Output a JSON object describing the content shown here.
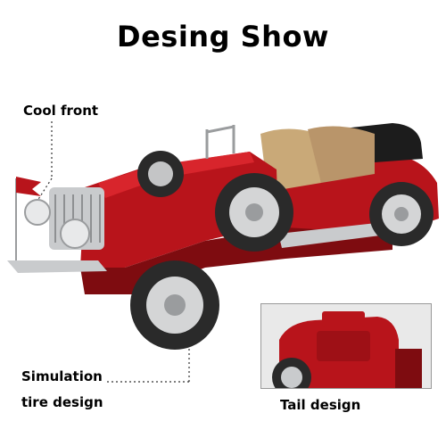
{
  "title": "Desing Show",
  "labels": {
    "cool_front": "Cool front",
    "simulation_line1": "Simulation",
    "simulation_line2": "tire design",
    "tail_design": "Tail design"
  },
  "colors": {
    "body_red": "#b8141b",
    "dark_red": "#7e0c10",
    "seat_tan": "#c9a978",
    "chrome": "#c9cbcd",
    "tire": "#2a2a2a",
    "top_black": "#1c1c1c"
  }
}
